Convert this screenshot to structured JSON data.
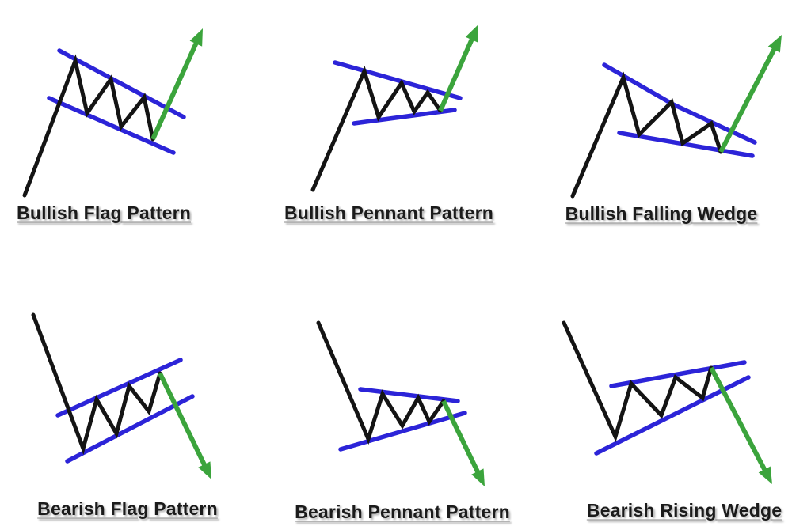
{
  "figure": {
    "description": "Six chart pattern diagrams: flags, pennants and wedges, bullish and bearish variants"
  },
  "colors": {
    "background": "#ffffff",
    "price_line": "#141414",
    "trend_line": "#2c24d8",
    "arrow": "#3ba43c",
    "label_text": "#1b1b1b"
  },
  "panels": [
    {
      "id": "bullish-flag",
      "label": "Bullish Flag Pattern",
      "pattern_type": "flag",
      "direction": "bullish",
      "price_path": [
        [
          31,
          247
        ],
        [
          95,
          77
        ],
        [
          110,
          143
        ],
        [
          140,
          100
        ],
        [
          153,
          160
        ],
        [
          182,
          123
        ],
        [
          193,
          176
        ]
      ],
      "upper_line": [
        [
          75,
          64
        ],
        [
          232,
          148
        ]
      ],
      "lower_line": [
        [
          62,
          124
        ],
        [
          219,
          193
        ]
      ],
      "arrow": [
        [
          193,
          176
        ],
        [
          256,
          36
        ]
      ]
    },
    {
      "id": "bullish-pennant",
      "label": "Bullish Pennant Pattern",
      "pattern_type": "pennant",
      "direction": "bullish",
      "price_path": [
        [
          395,
          240
        ],
        [
          460,
          90
        ],
        [
          478,
          148
        ],
        [
          507,
          105
        ],
        [
          523,
          141
        ],
        [
          540,
          117
        ],
        [
          556,
          140
        ]
      ],
      "upper_line": [
        [
          423,
          79
        ],
        [
          581,
          124
        ]
      ],
      "lower_line": [
        [
          447,
          156
        ],
        [
          574,
          139
        ]
      ],
      "arrow": [
        [
          556,
          140
        ],
        [
          604,
          31
        ]
      ]
    },
    {
      "id": "bullish-falling-wedge",
      "label": "Bullish Falling Wedge",
      "pattern_type": "wedge",
      "direction": "bullish",
      "price_path": [
        [
          723,
          248
        ],
        [
          787,
          98
        ],
        [
          807,
          170
        ],
        [
          848,
          129
        ],
        [
          862,
          181
        ],
        [
          898,
          156
        ],
        [
          910,
          192
        ]
      ],
      "upper_line": [
        [
          763,
          82
        ],
        [
          850,
          132
        ],
        [
          953,
          180
        ]
      ],
      "lower_line": [
        [
          782,
          168
        ],
        [
          950,
          197
        ]
      ],
      "arrow": [
        [
          910,
          192
        ],
        [
          987,
          44
        ]
      ]
    },
    {
      "id": "bearish-flag",
      "label": "Bearish Flag Pattern",
      "pattern_type": "flag",
      "direction": "bearish",
      "price_path": [
        [
          42,
          398
        ],
        [
          105,
          567
        ],
        [
          122,
          505
        ],
        [
          147,
          548
        ],
        [
          163,
          488
        ],
        [
          188,
          520
        ],
        [
          202,
          472
        ]
      ],
      "upper_line": [
        [
          73,
          525
        ],
        [
          228,
          455
        ]
      ],
      "lower_line": [
        [
          85,
          583
        ],
        [
          243,
          501
        ]
      ],
      "arrow": [
        [
          202,
          472
        ],
        [
          267,
          606
        ]
      ]
    },
    {
      "id": "bearish-pennant",
      "label": "Bearish Pennant Pattern",
      "pattern_type": "pennant",
      "direction": "bearish",
      "price_path": [
        [
          402,
          408
        ],
        [
          465,
          555
        ],
        [
          483,
          498
        ],
        [
          508,
          538
        ],
        [
          528,
          503
        ],
        [
          542,
          533
        ],
        [
          560,
          507
        ]
      ],
      "upper_line": [
        [
          455,
          492
        ],
        [
          578,
          507
        ]
      ],
      "lower_line": [
        [
          430,
          568
        ],
        [
          587,
          522
        ]
      ],
      "arrow": [
        [
          560,
          507
        ],
        [
          612,
          615
        ]
      ]
    },
    {
      "id": "bearish-rising-wedge",
      "label": "Bearish Rising Wedge",
      "pattern_type": "wedge",
      "direction": "bearish",
      "price_path": [
        [
          712,
          408
        ],
        [
          777,
          552
        ],
        [
          797,
          485
        ],
        [
          835,
          525
        ],
        [
          853,
          477
        ],
        [
          887,
          503
        ],
        [
          898,
          465
        ]
      ],
      "upper_line": [
        [
          772,
          488
        ],
        [
          940,
          458
        ]
      ],
      "lower_line": [
        [
          753,
          573
        ],
        [
          945,
          477
        ]
      ],
      "arrow": [
        [
          898,
          465
        ],
        [
          975,
          612
        ]
      ]
    }
  ]
}
